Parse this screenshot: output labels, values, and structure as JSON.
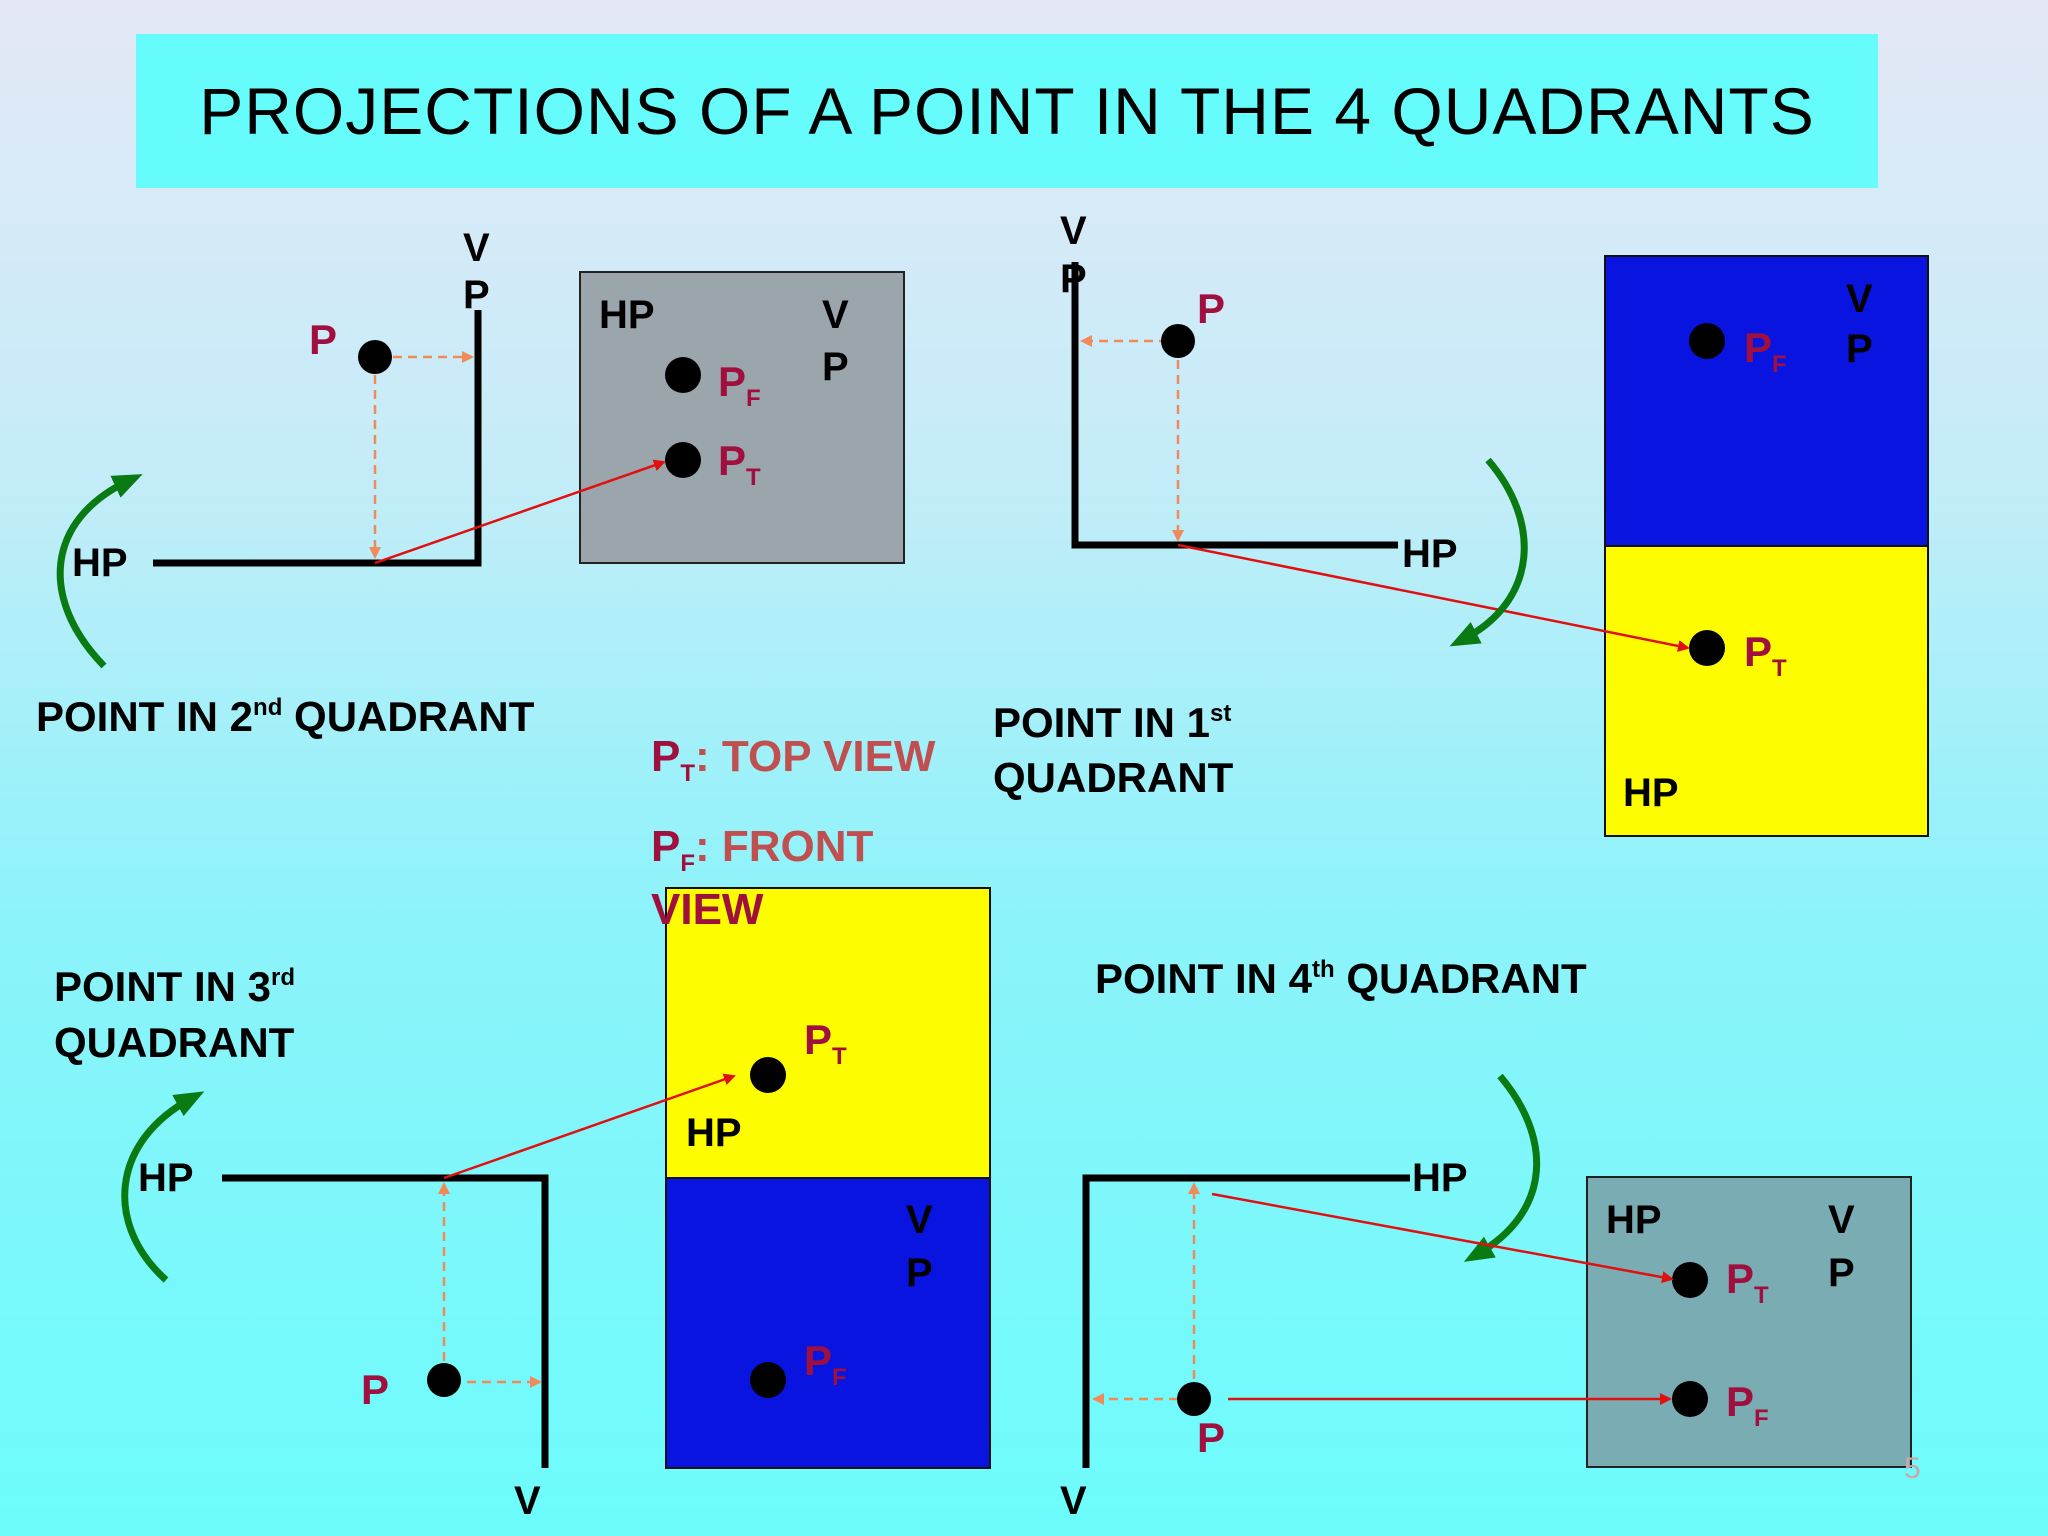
{
  "title": "PROJECTIONS OF A POINT IN THE 4 QUADRANTS",
  "labels": {
    "hp": "HP",
    "vp": "VP",
    "v": "V",
    "p": "P",
    "p_letter": "P",
    "sub_f": "F",
    "sub_t": "T"
  },
  "quadrants": {
    "q2": {
      "caption_pre": "POINT IN 2",
      "ordinal": "nd",
      "caption_post": " QUADRANT"
    },
    "q1": {
      "caption_pre": "POINT IN 1",
      "ordinal": "st",
      "caption_line2": "QUADRANT"
    },
    "q3": {
      "caption_pre": "POINT IN 3",
      "ordinal": "rd",
      "caption_line2": "QUADRANT"
    },
    "q4": {
      "caption_pre": "POINT IN 4",
      "ordinal": "th",
      "caption_post": " QUADRANT"
    }
  },
  "legend": {
    "top_view": ": TOP VIEW",
    "front_view_line1": ": FRONT",
    "front_view_line2": "VIEW"
  },
  "slide_number": "5",
  "colors": {
    "title_bg": "#66fcfc",
    "grey_panel": "#9aa6ac",
    "blue_panel": "#0a14e0",
    "yellow_panel": "#fdfd00",
    "point_label": "#a0103f",
    "legend_text": "#c05050",
    "projector_line": "#f08a5a",
    "projection_arrow": "#e01010",
    "rotation_arrow": "#0a7a12"
  }
}
